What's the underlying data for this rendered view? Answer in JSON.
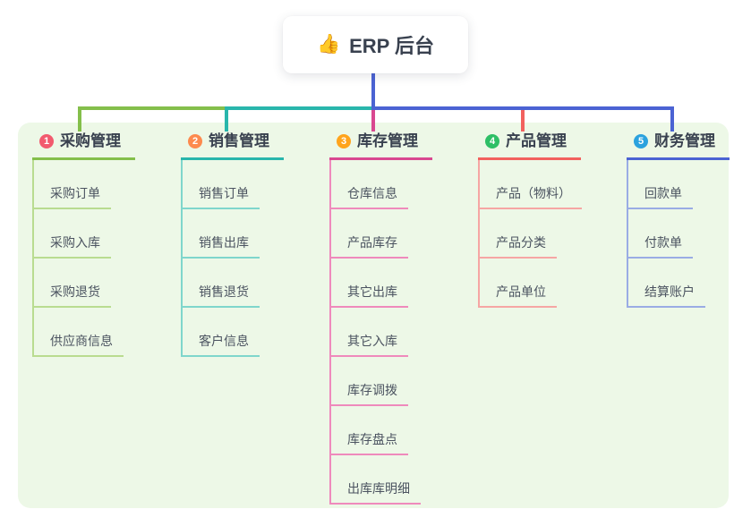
{
  "root": {
    "icon": "👍",
    "title": "ERP 后台"
  },
  "panel_bg": "#edf8e7",
  "branches": [
    {
      "badge": "1",
      "label": "采购管理",
      "colors": {
        "accent": "#84bf4b",
        "light": "#b9dc90",
        "badge": "#f25a6e"
      },
      "children": [
        "采购订单",
        "采购入库",
        "采购退货",
        "供应商信息"
      ]
    },
    {
      "badge": "2",
      "label": "销售管理",
      "colors": {
        "accent": "#29b6ac",
        "light": "#7fd6cc",
        "badge": "#fd8a4e"
      },
      "children": [
        "销售订单",
        "销售出库",
        "销售退货",
        "客户信息"
      ]
    },
    {
      "badge": "3",
      "label": "库存管理",
      "colors": {
        "accent": "#d94890",
        "light": "#ef8abc",
        "badge": "#ffa41c"
      },
      "children": [
        "仓库信息",
        "产品库存",
        "其它出库",
        "其它入库",
        "库存调拨",
        "库存盘点",
        "出库库明细"
      ]
    },
    {
      "badge": "4",
      "label": "产品管理",
      "colors": {
        "accent": "#f2615e",
        "light": "#f6a6a4",
        "badge": "#2ebf66"
      },
      "children": [
        "产品（物料）",
        "产品分类",
        "产品单位"
      ]
    },
    {
      "badge": "5",
      "label": "财务管理",
      "colors": {
        "accent": "#4b63d3",
        "light": "#9aace4",
        "badge": "#2ba2de"
      },
      "children": [
        "回款单",
        "付款单",
        "结算账户"
      ]
    }
  ]
}
